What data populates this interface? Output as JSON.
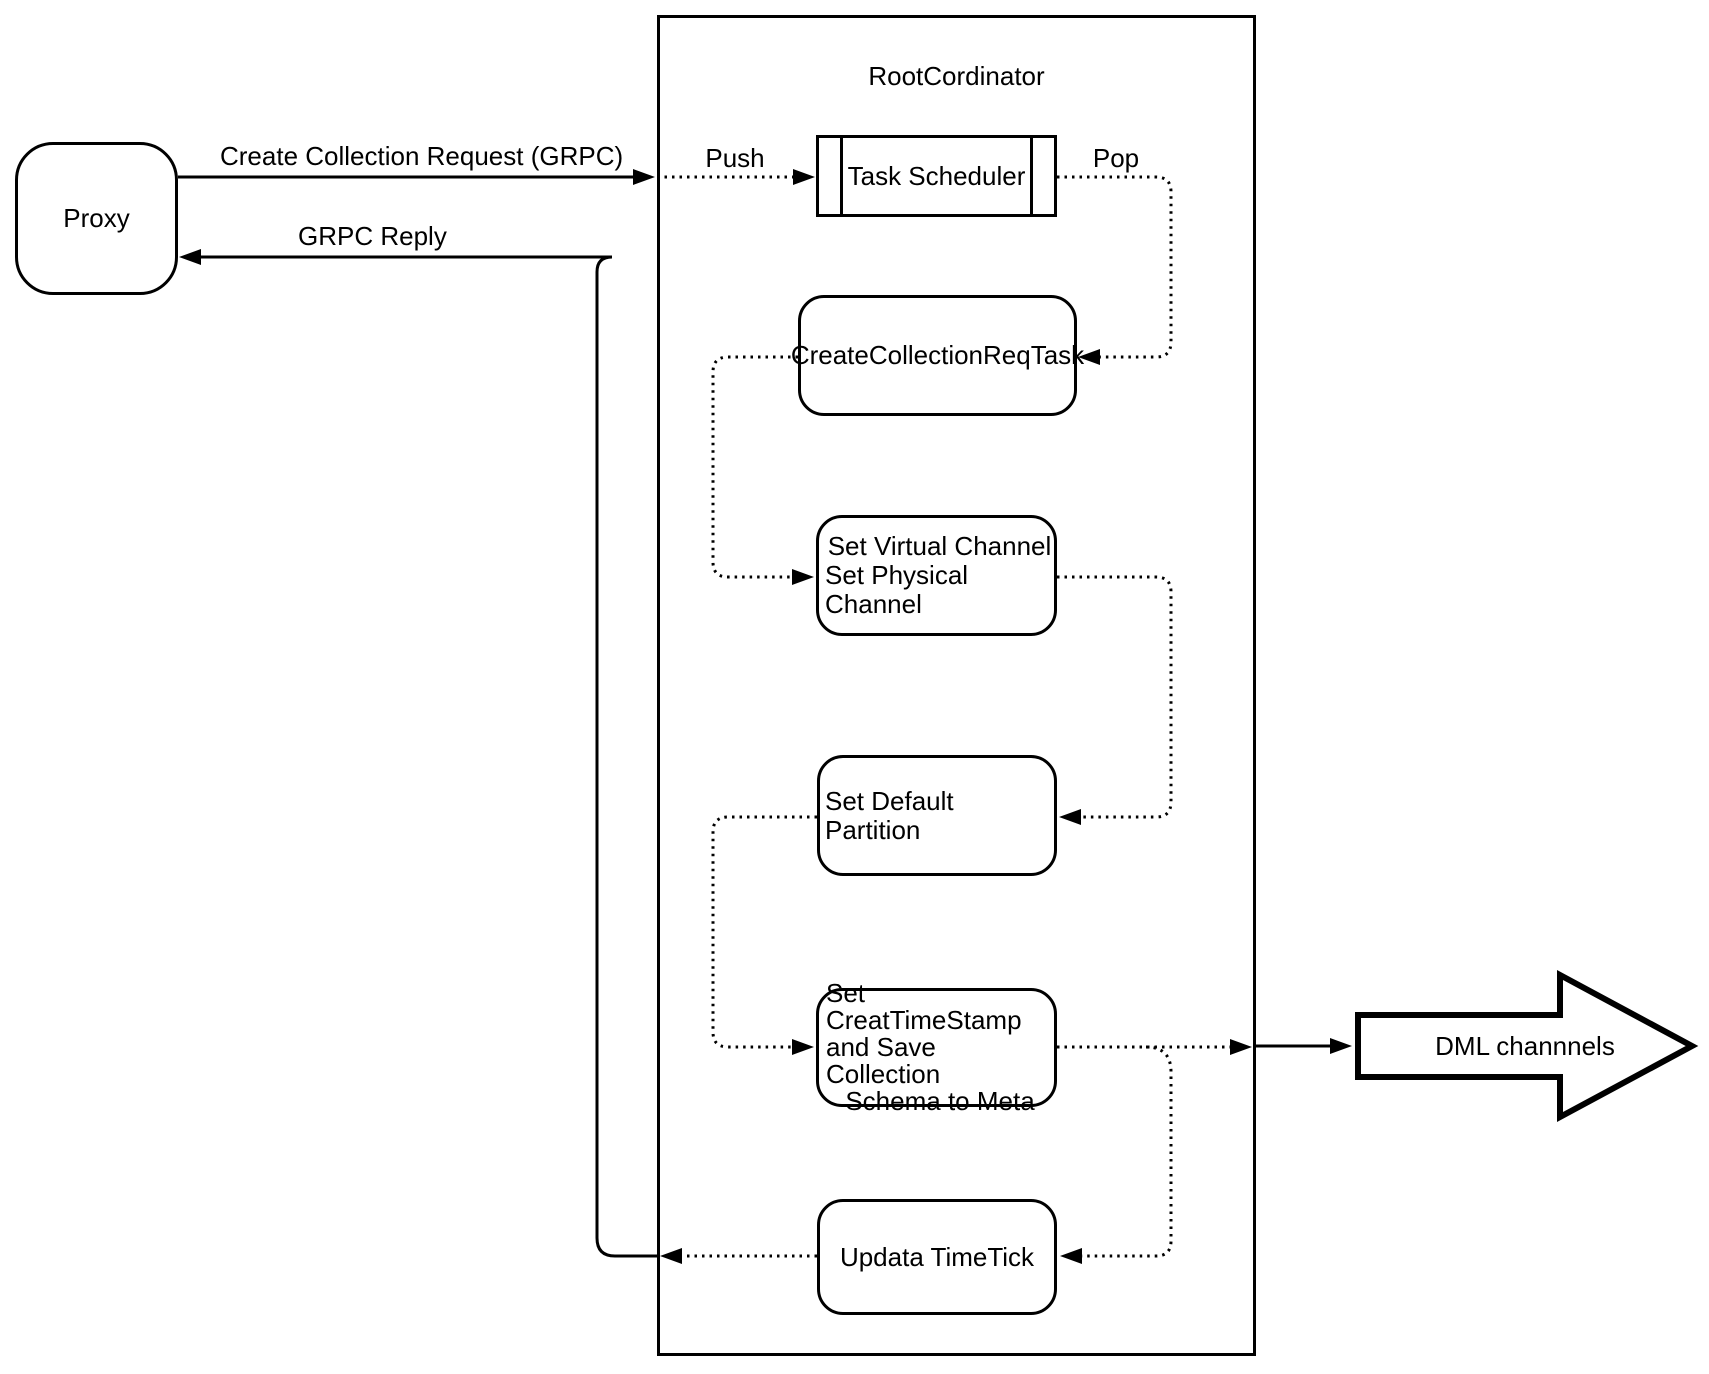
{
  "page": {
    "background": "#ffffff",
    "line_color": "#000000"
  },
  "proxy": {
    "label": "Proxy"
  },
  "edges": {
    "request": {
      "label": "Create Collection Request (GRPC)"
    },
    "reply": {
      "label": "GRPC Reply"
    },
    "push": {
      "label": "Push"
    },
    "pop": {
      "label": "Pop"
    }
  },
  "root_coordinator": {
    "title": "RootCordinator",
    "nodes": {
      "task_scheduler": {
        "label": "Task Scheduler"
      },
      "create_collection_req_task": {
        "label": "CreateCollectionReqTask"
      },
      "set_channels": {
        "lines": [
          "Set Virtual Channel",
          "Set Physical Channel"
        ]
      },
      "set_default_partition": {
        "label": "Set Default Partition"
      },
      "set_create_timestamp": {
        "lines": [
          "Set CreatTimeStamp",
          "and Save Collection",
          "Schema to Meta"
        ]
      },
      "update_timetick": {
        "label": "Updata TimeTick"
      }
    }
  },
  "dml": {
    "label": "DML channnels"
  }
}
